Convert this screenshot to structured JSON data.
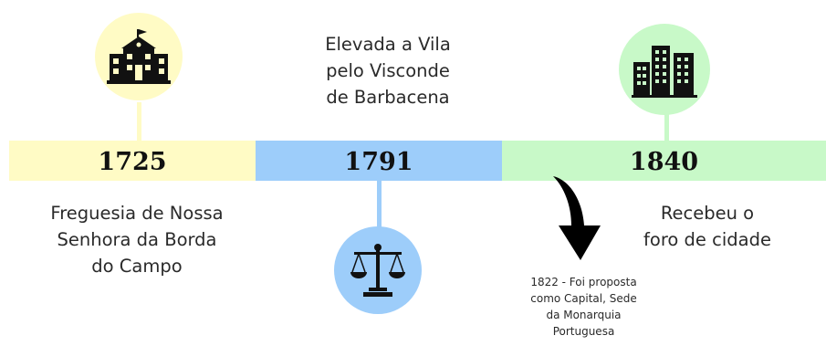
{
  "timeline": [
    {
      "year": "1725",
      "lines": [
        "Freguesia de Nossa",
        "Senhora da Borda",
        "do Campo"
      ],
      "icon": "school-building-icon",
      "color": "#fffbc5"
    },
    {
      "year": "1791",
      "lines": [
        "Elevada a Vila",
        "pelo Visconde",
        "de Barbacena"
      ],
      "icon": "scales-of-justice-icon",
      "color": "#9dcdfa"
    },
    {
      "year": "1840",
      "lines": [
        "Recebeu o",
        "foro de cidade"
      ],
      "icon": "city-buildings-icon",
      "color": "#c8f9c8"
    }
  ],
  "annotation": {
    "lines": [
      "1822 - Foi proposta",
      "como Capital, Sede",
      "da Monarquia",
      "Portuguesa"
    ],
    "icon": "curved-arrow-down-icon"
  }
}
